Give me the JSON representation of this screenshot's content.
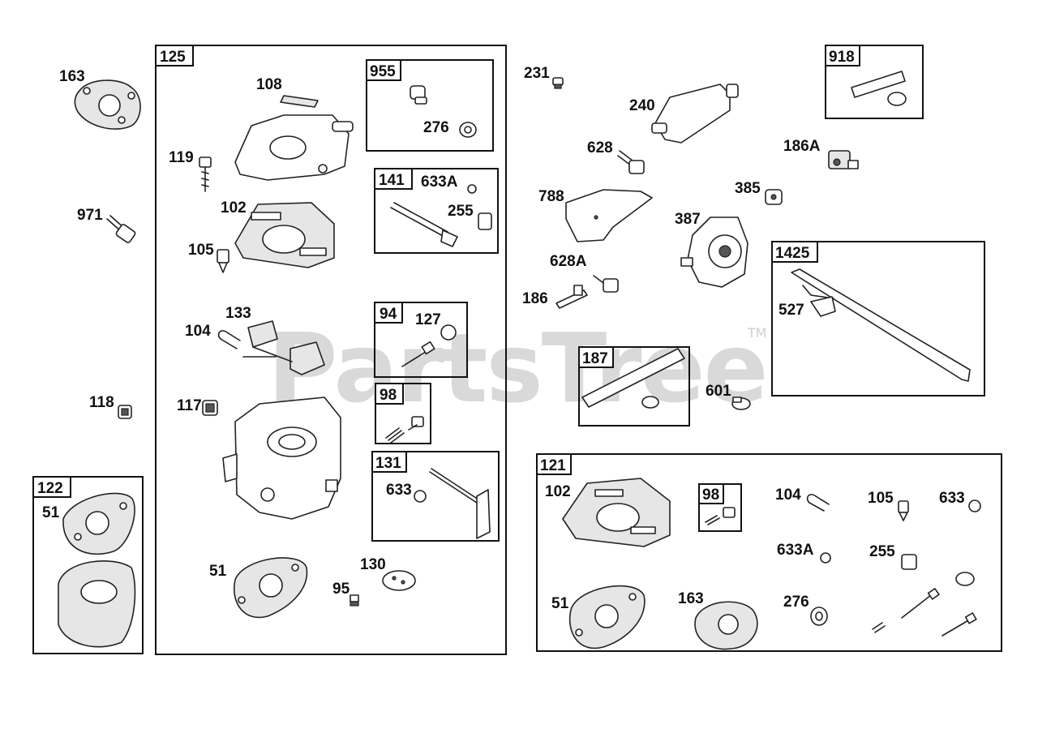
{
  "watermark": {
    "text": "PartsTree",
    "trademark": "TM"
  },
  "loose_labels": {
    "p163": "163",
    "p971": "971",
    "p118": "118",
    "p231": "231",
    "p240": "240",
    "p628": "628",
    "p186a": "186A",
    "p788": "788",
    "p385": "385",
    "p387": "387",
    "p628a": "628A",
    "p186": "186",
    "p601": "601"
  },
  "box125": {
    "id": "125",
    "labels": {
      "p108": "108",
      "p119": "119",
      "p102": "102",
      "p105": "105",
      "p133": "133",
      "p104": "104",
      "p117": "117",
      "p51": "51",
      "p130": "130",
      "p95": "95"
    },
    "box955": {
      "id": "955",
      "p276": "276"
    },
    "box141": {
      "id": "141",
      "p633a": "633A",
      "p255": "255"
    },
    "box94": {
      "id": "94",
      "p127": "127"
    },
    "box98": {
      "id": "98"
    },
    "box131": {
      "id": "131",
      "p633": "633"
    }
  },
  "box122": {
    "id": "122",
    "p51": "51"
  },
  "box918": {
    "id": "918"
  },
  "box1425": {
    "id": "1425",
    "p527": "527"
  },
  "box187": {
    "id": "187"
  },
  "box121": {
    "id": "121",
    "labels": {
      "p102": "102",
      "p104": "104",
      "p105": "105",
      "p633": "633",
      "p633a": "633A",
      "p255": "255",
      "p51": "51",
      "p163": "163",
      "p276": "276"
    },
    "box98": {
      "id": "98"
    }
  }
}
